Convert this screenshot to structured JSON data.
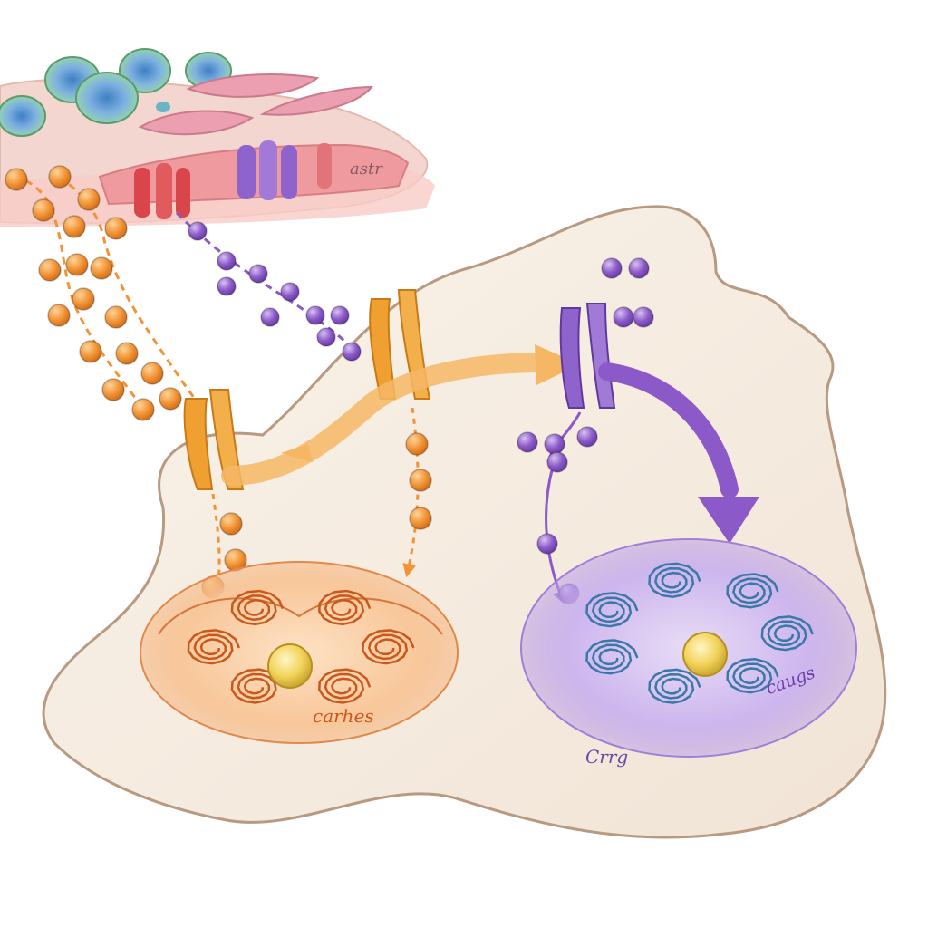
{
  "labels": {
    "tissue_label": "astr",
    "orange_nucleus_label": "carhes",
    "purple_nucleus_label": "Crrg",
    "purple_side_label": "caugs"
  },
  "colors": {
    "background": "#ffffff",
    "cell_body": "#f5ebe0",
    "cell_outline": "#b89a82",
    "tissue": "#f3d6cf",
    "muscle_band": "#ee9a9e",
    "signal_orange": "#f29436",
    "signal_purple": "#8c5ac8",
    "receptor_red": "#d9454a",
    "receptor_purple": "#8e63cc",
    "receptor_orange": "#f0a030",
    "nucleolus": "#f2d35a",
    "dna_orange": "#c9581c",
    "dna_blue": "#3b78a8"
  }
}
